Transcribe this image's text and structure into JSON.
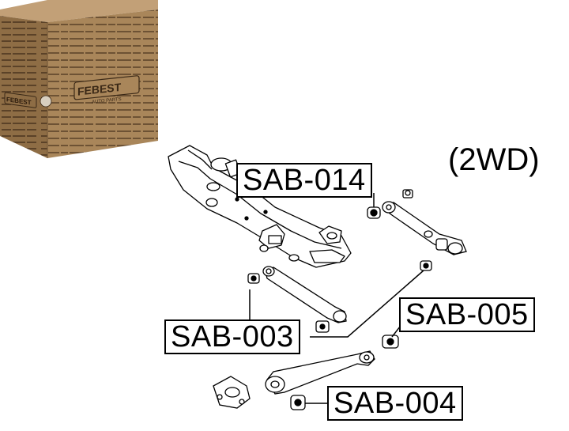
{
  "variant_label": "(2WD)",
  "brand": {
    "logo_text": "FEBEST",
    "logo_subtext": "AUTO PARTS",
    "side_logo_text": "FEBEST",
    "box_pattern_text": "genuine quality · qualité supérieure · calidad de genuina · en iyi nitelik · genuine quality"
  },
  "part_labels": [
    {
      "code": "SAB-014"
    },
    {
      "code": "SAB-003"
    },
    {
      "code": "SAB-005"
    },
    {
      "code": "SAB-004"
    }
  ],
  "colors": {
    "box_front": "#a9865a",
    "box_top": "#b8946a",
    "box_side": "#8e6d45",
    "box_text": "#4a3520",
    "line": "#000000"
  }
}
